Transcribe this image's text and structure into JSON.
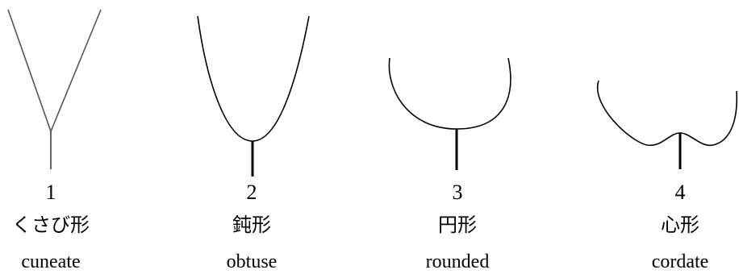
{
  "shapes": [
    {
      "number": "1",
      "japanese": "くさび形",
      "english": "cuneate"
    },
    {
      "number": "2",
      "japanese": "鈍形",
      "english": "obtuse"
    },
    {
      "number": "3",
      "japanese": "円形",
      "english": "rounded"
    },
    {
      "number": "4",
      "japanese": "心形",
      "english": "cordate"
    }
  ]
}
